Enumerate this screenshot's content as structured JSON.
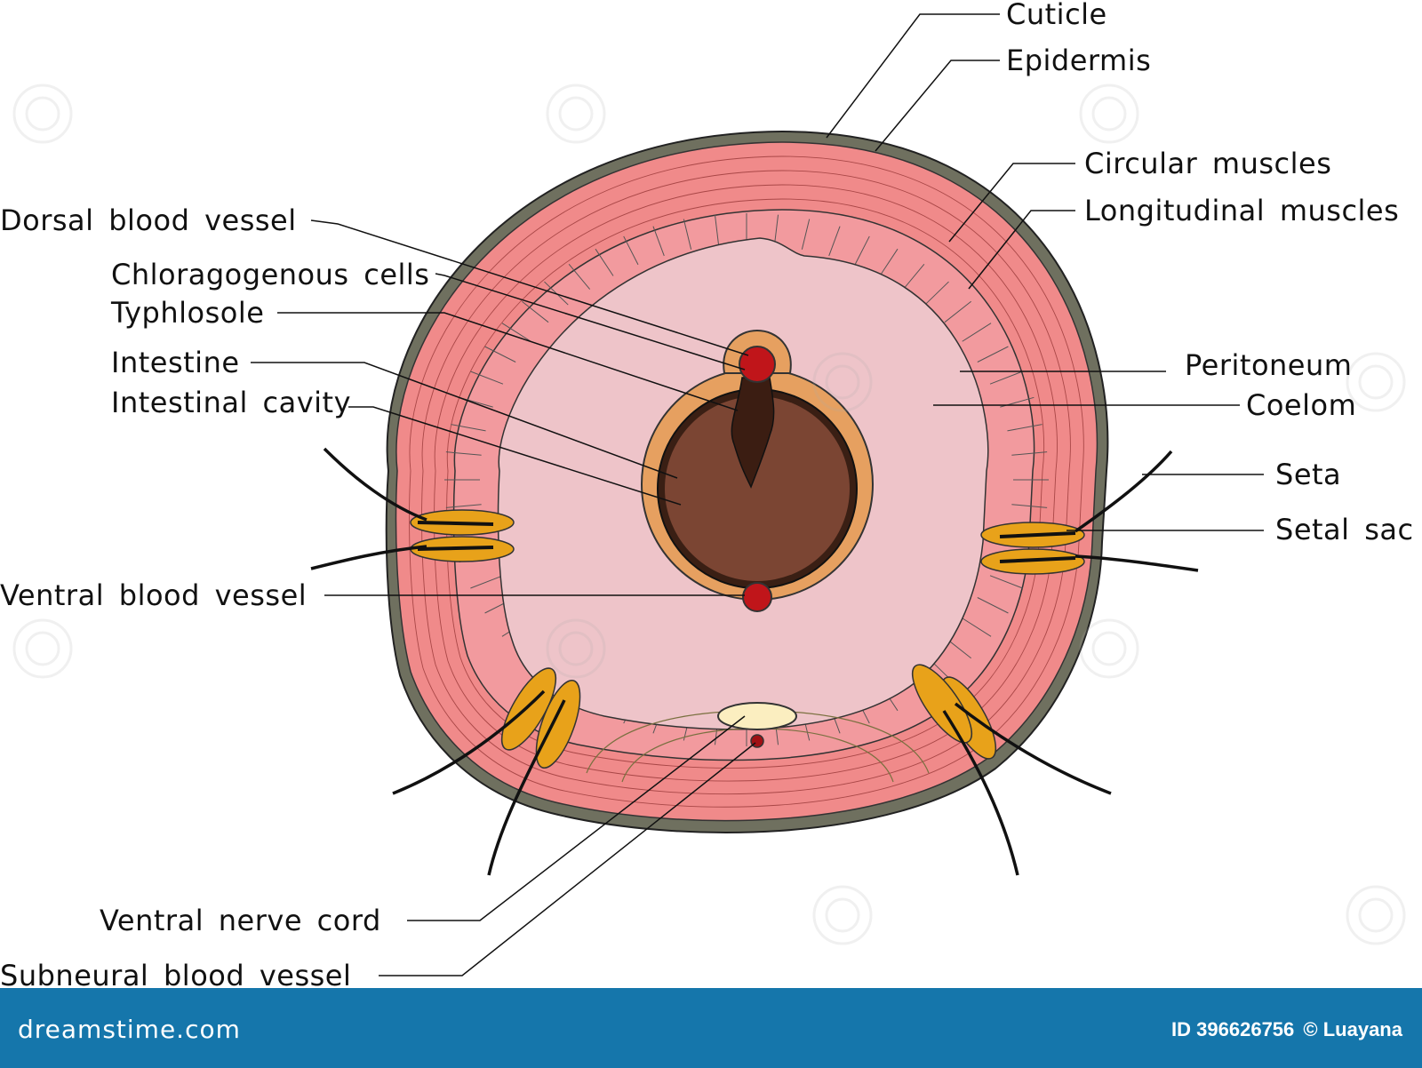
{
  "labels": {
    "cuticle": "Cuticle",
    "epidermis": "Epidermis",
    "circular_muscles": "Circular muscles",
    "longitudinal_muscles": "Longitudinal muscles",
    "dorsal_blood_vessel": "Dorsal blood vessel",
    "chloragogenous_cells": "Chloragogenous cells",
    "typhlosole": "Typhlosole",
    "intestine": "Intestine",
    "intestinal_cavity": "Intestinal cavity",
    "peritoneum": "Peritoneum",
    "coelom": "Coelom",
    "seta": "Seta",
    "setal_sac": "Setal sac",
    "ventral_blood_vessel": "Ventral blood vessel",
    "ventral_nerve_cord": "Ventral nerve cord",
    "subneural_blood_vessel": "Subneural blood vessel"
  },
  "footer": {
    "brand": "dreamstime.com",
    "id_text": "ID 396626756",
    "copyright": "© Luayana"
  },
  "colors": {
    "cuticle": "#6f705f",
    "muscle": "#f08a8a",
    "muscle_light": "#f4a9a7",
    "coelom": "#eec4c9",
    "intestine_wall": "#e6a060",
    "intestine_cavity": "#7b4533",
    "blood_vessel": "#c0151a",
    "setal_sac": "#e8a21a",
    "nerve_cord": "#fbeec0",
    "footer_bg": "#1576ab"
  }
}
